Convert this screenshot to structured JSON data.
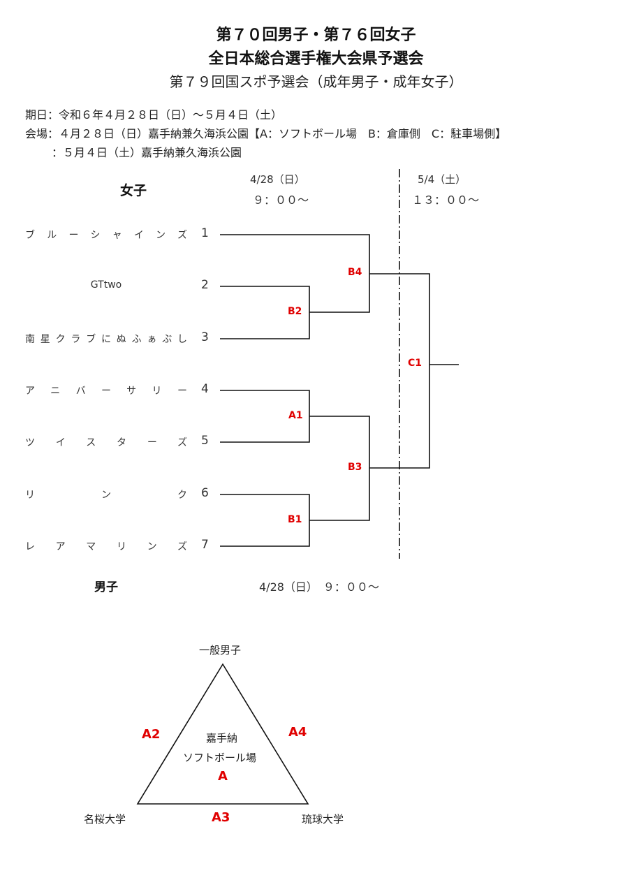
{
  "title_line1": "第７０回男子・第７６回女子",
  "title_line2": "全日本総合選手権大会県予選会",
  "subtitle": "第７９回国スポ予選会（成年男子・成年女子）",
  "info": {
    "period": "期日：令和６年４月２８日（日）～５月４日（土）",
    "venue1": "会場：４月２８日（日）嘉手納兼久海浜公園【A：ソフトボール場　B：倉庫側　C：駐車場側】",
    "venue2": "：５月４日（土）嘉手納兼久海浜公園"
  },
  "women": {
    "heading": "女子",
    "day1_date": "4/28（日）",
    "day1_time": "９：００～",
    "day2_date": "5/4（土）",
    "day2_time": "１３：００～",
    "teams": [
      {
        "num": "1",
        "name": "ブルーシャインズ"
      },
      {
        "num": "2",
        "name": "GTtwo"
      },
      {
        "num": "3",
        "name": "南星クラブにぬふぁぶし"
      },
      {
        "num": "4",
        "name": "アニバーサリー"
      },
      {
        "num": "5",
        "name": "ツイスターズ"
      },
      {
        "num": "6",
        "name": "リンク"
      },
      {
        "num": "7",
        "name": "レアマリンズ"
      }
    ],
    "matches": {
      "B4": "B4",
      "B2": "B2",
      "C1": "C1",
      "A1": "A1",
      "B3": "B3",
      "B1": "B1"
    }
  },
  "men": {
    "heading": "男子",
    "schedule": "4/28（日）　９：００～",
    "venue": "嘉手納",
    "venue2": "ソフトボール場",
    "field": "A",
    "teams": {
      "top": "一般男子",
      "left": "名桜大学",
      "right": "琉球大学"
    },
    "matches": {
      "left": "A2",
      "right": "A4",
      "bottom": "A3"
    }
  },
  "colors": {
    "match_label": "#e00000"
  }
}
